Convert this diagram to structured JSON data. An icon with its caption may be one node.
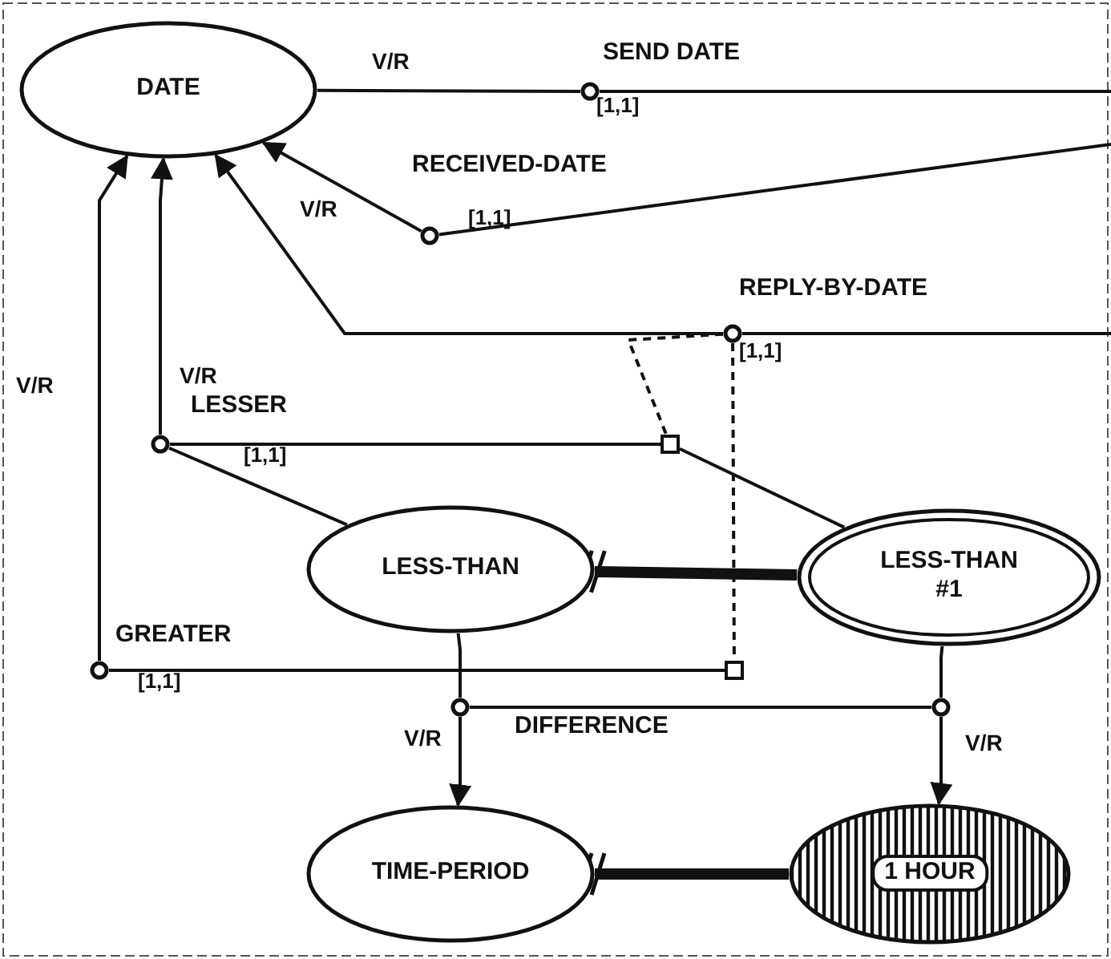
{
  "diagram": {
    "nodes": [
      {
        "text": [
          "DATE"
        ]
      },
      {
        "text": [
          "LESS-THAN"
        ]
      },
      {
        "text": [
          "LESS-THAN",
          "#1"
        ]
      },
      {
        "text": [
          "TIME-PERIOD"
        ]
      },
      {
        "text": [
          "1 HOUR"
        ]
      },
      {
        "text": [
          "SEND DATE"
        ],
        "beside": [
          "[1,1]"
        ]
      },
      {
        "text": [
          "RECEIVED-DATE"
        ],
        "beside": [
          "[1,1]"
        ]
      },
      {
        "text": [
          "REPLY-BY-DATE"
        ],
        "beside": [
          "[1,1]"
        ]
      },
      {
        "text": [
          "LESSER"
        ],
        "beside": [
          "[1,1]"
        ]
      },
      {
        "text": [
          "GREATER"
        ],
        "beside": [
          "[1,1]"
        ]
      },
      {
        "text": [
          "DIFFERENCE"
        ]
      },
      {
        "text": [],
        "shape": "circle"
      },
      {
        "text": [],
        "shape": "box"
      },
      {
        "text": [],
        "shape": "box"
      }
    ],
    "edges": [
      {
        "from": 5,
        "to": 0,
        "arrow": "none",
        "label": "V/R"
      },
      {
        "from": 5,
        "to": null,
        "arrow": "none"
      },
      {
        "from": 6,
        "to": 0,
        "arrow": "to",
        "label": "V/R"
      },
      {
        "from": 6,
        "to": null,
        "arrow": "none"
      },
      {
        "from": 7,
        "to": 0,
        "arrow": "to"
      },
      {
        "from": 7,
        "to": null,
        "arrow": "none"
      },
      {
        "from": 8,
        "to": 0,
        "arrow": "to",
        "label": "V/R"
      },
      {
        "from": 8,
        "to": 1,
        "arrow": "none"
      },
      {
        "from": 8,
        "to": 12,
        "arrow": "none"
      },
      {
        "from": 12,
        "to": 2,
        "arrow": "none"
      },
      {
        "from": 7,
        "to": 12,
        "arrow": "none",
        "style": "dashed"
      },
      {
        "from": 7,
        "to": 13,
        "arrow": "none",
        "style": "dashed"
      },
      {
        "from": 9,
        "to": 0,
        "arrow": "to",
        "label": "V/R"
      },
      {
        "from": 9,
        "to": 13,
        "arrow": "none"
      },
      {
        "from": 10,
        "to": 1,
        "arrow": "none"
      },
      {
        "from": 10,
        "to": 11,
        "arrow": "none"
      },
      {
        "from": 10,
        "to": 3,
        "arrow": "to",
        "label": "V/R"
      },
      {
        "from": 11,
        "to": 2,
        "arrow": "none"
      },
      {
        "from": 11,
        "to": 4,
        "arrow": "to",
        "label": "V/R"
      },
      {
        "from": 2,
        "to": 1,
        "arrow": "other",
        "style": "thick"
      },
      {
        "from": 4,
        "to": 3,
        "arrow": "other",
        "style": "thick"
      }
    ]
  }
}
